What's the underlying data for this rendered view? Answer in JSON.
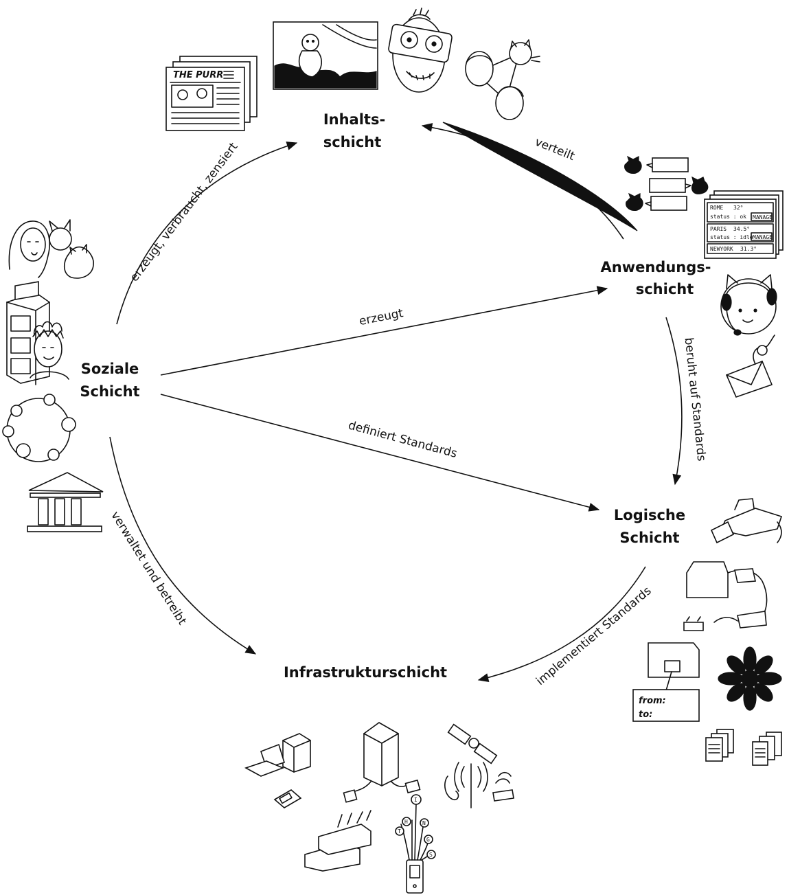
{
  "nodes": {
    "content": {
      "line1": "Inhalts-",
      "line2": "schicht"
    },
    "application": {
      "line1": "Anwendungs-",
      "line2": "schicht"
    },
    "social": {
      "line1": "Soziale",
      "line2": "Schicht"
    },
    "logical": {
      "line1": "Logische",
      "line2": "Schicht"
    },
    "infrastructure": {
      "line1": "Infrastrukturschicht"
    }
  },
  "edges": {
    "social_to_content": "erzeugt, verbraucht, zensiert",
    "application_to_content": "verteilt",
    "social_to_application": "erzeugt",
    "application_to_logical": "beruht auf Standards",
    "social_to_logical": "definiert Standards",
    "social_to_infrastructure": "verwaltet und betreibt",
    "logical_to_infrastructure": "implementiert Standards"
  },
  "illustrations": {
    "newspaper_title": "THE PURR",
    "dashboard_rows": [
      {
        "city": "ROME",
        "temp": "32°",
        "status": "status : ok",
        "button": "MANAGE"
      },
      {
        "city": "PARIS",
        "temp": "34.5°",
        "status": "status : idle",
        "button": "MANAGE"
      },
      {
        "city": "NEWYORK",
        "temp": "31.3°"
      }
    ],
    "envelope_from": "from:",
    "envelope_to": "to:",
    "phone_letters": [
      "I",
      "N",
      "G",
      "S",
      "H",
      "T"
    ]
  }
}
